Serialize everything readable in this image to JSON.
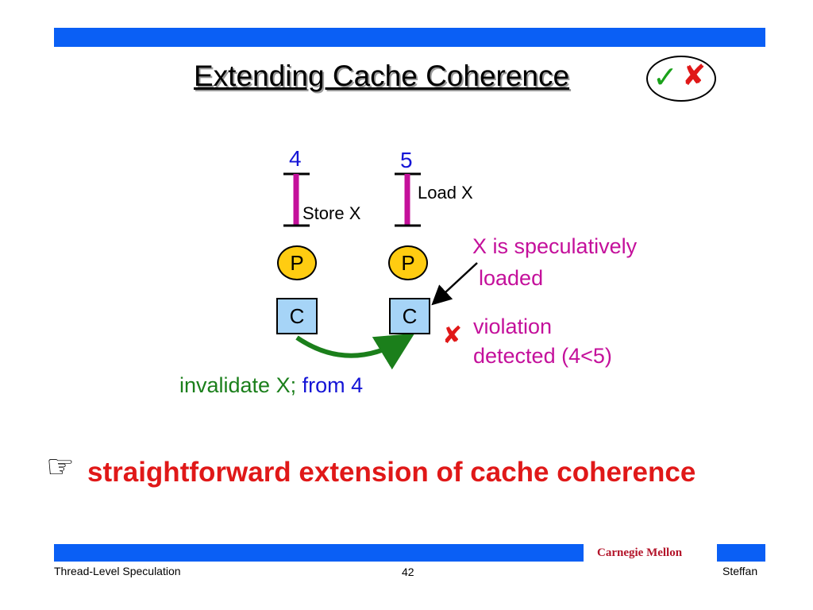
{
  "title": "Extending Cache Coherence",
  "status_icons": {
    "check": "✓",
    "cross": "✘"
  },
  "timestamps": {
    "left": "4",
    "right": "5"
  },
  "ops": {
    "left": "Store X",
    "right": "Load X"
  },
  "nodes": {
    "processor": "P",
    "cache": "C"
  },
  "annotation_loaded": {
    "line1": "X is speculatively",
    "line2": "loaded"
  },
  "violation": {
    "icon": "✘",
    "line1": "violation",
    "line2": "detected (4<5)"
  },
  "invalidate": {
    "part1": "invalidate X;",
    "part2": "from 4"
  },
  "bullet": {
    "icon": "pointing-hand-icon",
    "glyph": "☞",
    "text": "straightforward extension of cache coherence"
  },
  "footer": {
    "brand": "Carnegie Mellon",
    "left": "Thread-Level Speculation",
    "page": "42",
    "right": "Steffan"
  },
  "colors": {
    "bar": "#0a5ff5",
    "timestamp": "#1515d6",
    "magenta": "#c4109b",
    "green": "#1b7f1b",
    "red": "#e01818",
    "proc": "#ffcc11",
    "cache": "#a6d4f7"
  }
}
